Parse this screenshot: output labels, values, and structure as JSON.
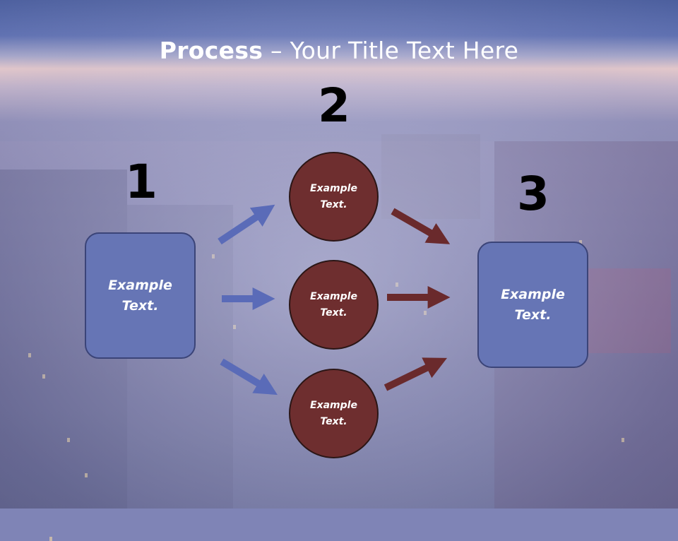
{
  "slide": {
    "title_bold": "Process",
    "title_rest": " – Your Title Text Here"
  },
  "steps": [
    {
      "number": "1"
    },
    {
      "number": "2"
    },
    {
      "number": "3"
    }
  ],
  "left_box": {
    "line1": "Example",
    "line2": "Text."
  },
  "circles": [
    {
      "line1": "Example",
      "line2": "Text."
    },
    {
      "line1": "Example",
      "line2": "Text."
    },
    {
      "line1": "Example",
      "line2": "Text."
    }
  ],
  "right_box": {
    "line1": "Example",
    "line2": "Text."
  },
  "colors": {
    "box_fill": "#6675b5",
    "circle_fill": "#6e2e2f",
    "blue_arrow": "#5a6bb8",
    "red_arrow": "#6a2a2c"
  }
}
